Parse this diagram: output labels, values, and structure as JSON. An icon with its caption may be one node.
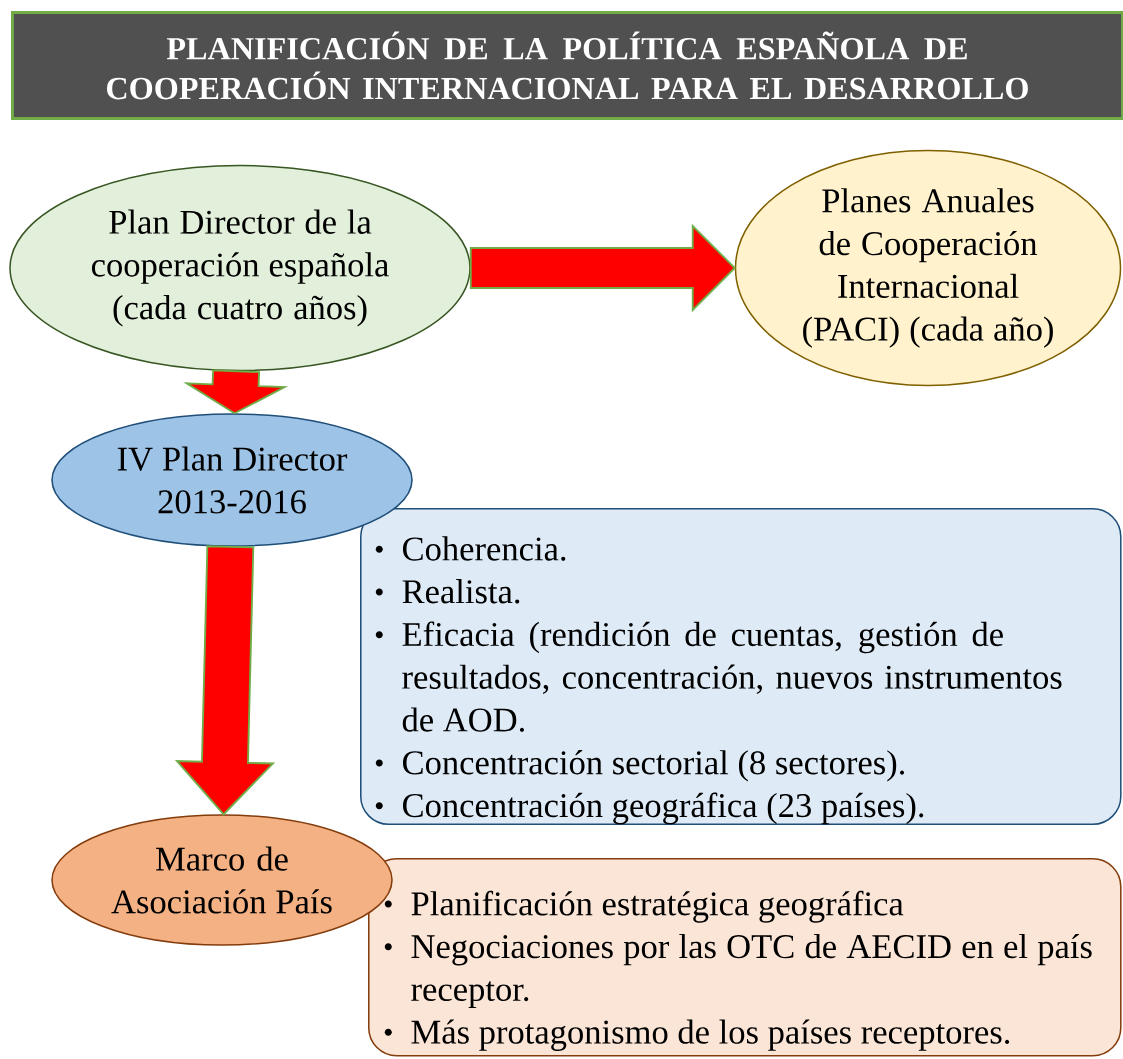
{
  "diagram": {
    "title": "PLANIFICACIÓN DE LA POLÍTICA ESPAÑOLA DE COOPERACIÓN INTERNACIONAL PARA EL DESARROLLO",
    "nodes": [
      {
        "text": [
          "Plan Director de la cooperación española (cada cuatro años)"
        ]
      },
      {
        "text": [
          "Planes Anuales de Cooperación Internacional (PACI) (cada año)"
        ]
      },
      {
        "text": [
          "IV Plan Director 2013-2016"
        ]
      },
      {
        "text": [
          "Coherencia.",
          "Realista.",
          "Eficacia (rendición de cuentas, gestión de resultados, concentración, nuevos instrumentos de AOD.",
          "Concentración sectorial (8 sectores).",
          "Concentración geográfica (23 países)."
        ]
      },
      {
        "text": [
          "Marco de Asociación País"
        ]
      },
      {
        "text": [
          "Planificación estratégica geográfica",
          "Negociaciones por las OTC de AECID en el país receptor.",
          "Más protagonismo de los países receptores."
        ]
      }
    ],
    "edges": [
      {
        "from": 0,
        "to": 1,
        "arrow": "to"
      },
      {
        "from": 0,
        "to": 2,
        "arrow": "to"
      },
      {
        "from": 2,
        "to": 4,
        "arrow": "to"
      }
    ]
  }
}
